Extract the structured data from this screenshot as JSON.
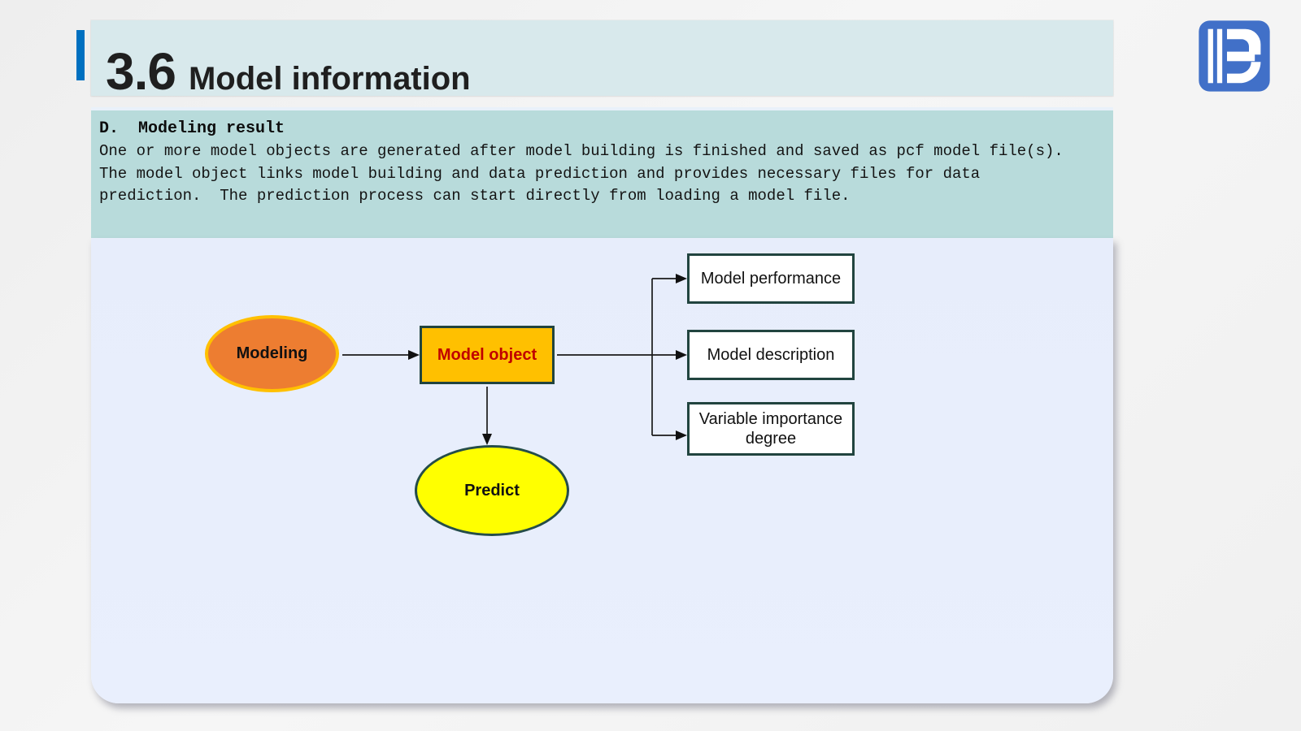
{
  "slide": {
    "section_number": "3.6",
    "title": "Model information"
  },
  "note": {
    "heading": "D.  Modeling result",
    "lines": [
      "One or more model objects are generated after model building is finished and saved as pcf model file(s).",
      "The model object links model building and data prediction and provides necessary files for data",
      "prediction.  The prediction process can start directly from loading a model file."
    ]
  },
  "diagram": {
    "nodes": {
      "modeling": {
        "label": "Modeling",
        "shape": "ellipse",
        "fill": "#ED7D31",
        "stroke": "#FFC000",
        "text_color": "#111111"
      },
      "model_object": {
        "label": "Model object",
        "shape": "rectangle",
        "fill": "#FFC000",
        "stroke": "#21443f",
        "text_color": "#C00000"
      },
      "predict": {
        "label": "Predict",
        "shape": "ellipse",
        "fill": "#FFFF00",
        "stroke": "#254d49",
        "text_color": "#111111"
      },
      "model_performance": {
        "label": "Model performance",
        "shape": "rectangle",
        "fill": "#FFFFFF",
        "stroke": "#21443f",
        "text_color": "#111111"
      },
      "model_description": {
        "label": "Model description",
        "shape": "rectangle",
        "fill": "#FFFFFF",
        "stroke": "#21443f",
        "text_color": "#111111"
      },
      "variable_importance": {
        "label": "Variable importance degree",
        "shape": "rectangle",
        "fill": "#FFFFFF",
        "stroke": "#21443f",
        "text_color": "#111111"
      }
    },
    "edges": [
      {
        "from": "modeling",
        "to": "model_object"
      },
      {
        "from": "model_object",
        "to": "predict"
      },
      {
        "from": "model_object",
        "to": "model_performance"
      },
      {
        "from": "model_object",
        "to": "model_description"
      },
      {
        "from": "model_object",
        "to": "variable_importance"
      }
    ]
  },
  "colors": {
    "accent_bar": "#0070C0",
    "header_bg": "#d8e9ec",
    "note_bg": "#b8dbdb",
    "panel_bg": "#e8eefb",
    "logo_blue": "#4170c8",
    "arrow": "#1a1a1a"
  }
}
